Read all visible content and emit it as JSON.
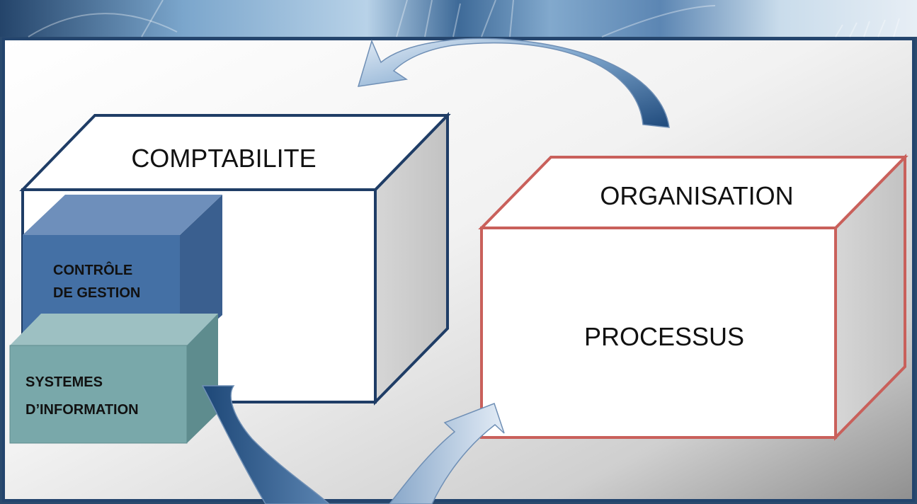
{
  "boxes": {
    "comptabilite": {
      "label": "COMPTABILITE"
    },
    "organisation": {
      "label": "ORGANISATION",
      "inner_label": "PROCESSUS"
    },
    "controle_gestion": {
      "label_lines": [
        "CONTRÔLE",
        "DE GESTION"
      ]
    },
    "systemes_information": {
      "label_lines": [
        "SYSTEMES",
        "D’INFORMATION"
      ]
    }
  },
  "colors": {
    "comptabilite_border": "#1f3d66",
    "organisation_border": "#c9605b",
    "controle_gestion_fill": "#4470a5",
    "systemes_information_fill": "#79a8aa",
    "arrow_dark": "#1f4a7c",
    "arrow_light": "#d8e5f2",
    "frame_border": "#23446d"
  },
  "arrows": [
    {
      "name": "organisation-to-comptabilite",
      "style": "dark-to-light"
    },
    {
      "name": "systemes-to-organisation",
      "style": "dark-to-light"
    }
  ]
}
